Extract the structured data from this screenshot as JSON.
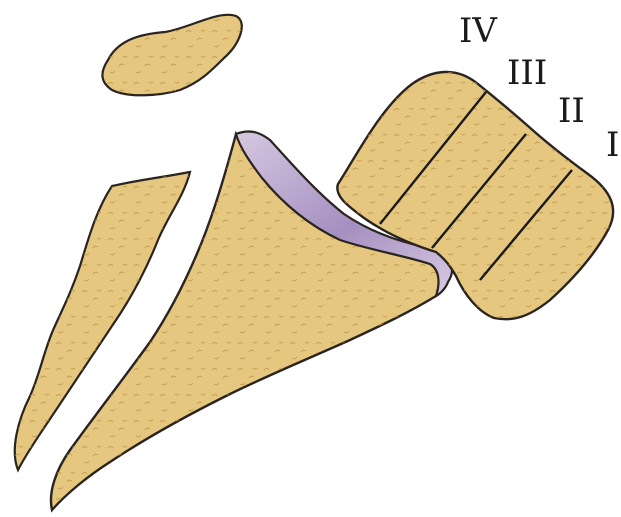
{
  "labels": {
    "iv": "IV",
    "iii": "III",
    "ii": "II",
    "i": "I"
  },
  "colors": {
    "bone": "#e6c77f",
    "bone_shade": "#c9a558",
    "cartilage": "#c9b8d6",
    "cartilage_dark": "#9f88b8",
    "outline": "#2a2420"
  }
}
